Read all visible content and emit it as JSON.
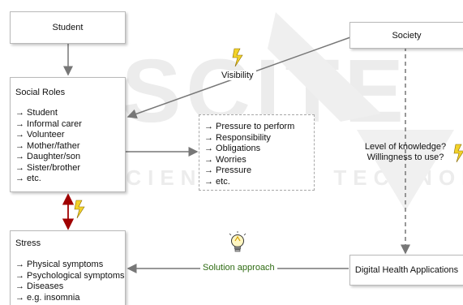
{
  "nodes": {
    "student": {
      "title": "Student"
    },
    "society": {
      "title": "Society"
    },
    "social_roles": {
      "title": "Social Roles",
      "items": [
        "→ Student",
        "→ Informal carer",
        "→ Volunteer",
        "→ Mother/father",
        "→ Daughter/son",
        "→ Sister/brother",
        "→ etc."
      ]
    },
    "pressures": {
      "items": [
        "→ Pressure to perform",
        "→ Responsibility",
        "→ Obligations",
        "→ Worries",
        "→ Pressure",
        "→ etc."
      ]
    },
    "stress": {
      "title": "Stress",
      "items": [
        "→ Physical symptoms",
        "→ Psychological symptoms",
        "→ Diseases",
        "→ e.g. insomnia"
      ]
    },
    "dha": {
      "title": "Digital Health Applications"
    }
  },
  "edge_labels": {
    "visibility": "Visibility",
    "knowledge_line1": "Level of knowledge?",
    "knowledge_line2": "Willingness to use?",
    "solution": "Solution approach"
  },
  "watermark": "SCITEPRESS SCIENCE AND TECHNOLOGY PUBLICATIONS",
  "colors": {
    "arrow": "#777777",
    "stress_arrow": "#a00000",
    "solution_text": "#2e6b12",
    "lightning": "#f2d22a",
    "watermark": "#e9e9e9"
  }
}
